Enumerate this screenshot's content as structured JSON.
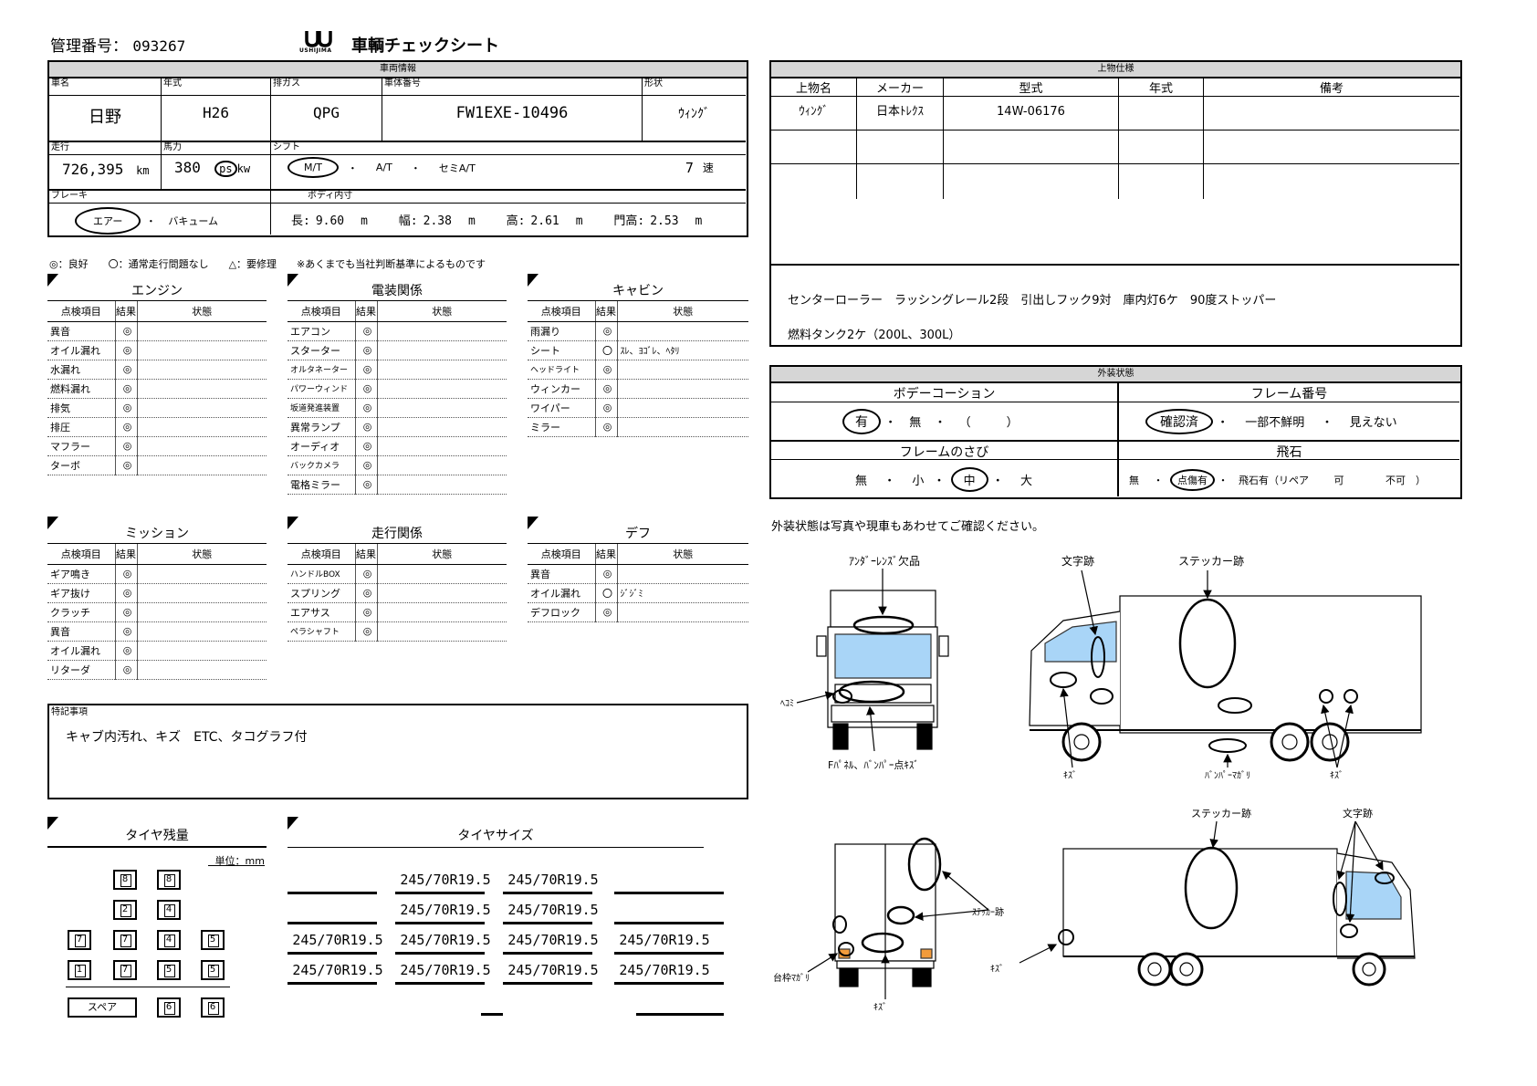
{
  "header": {
    "mgmt_label": "管理番号：",
    "mgmt_no": "093267",
    "logo_text": "USHIJIMA",
    "title": "車輌チェックシート"
  },
  "vehicle": {
    "section_title": "車両情報",
    "labels": {
      "maker": "車名",
      "year": "年式",
      "gas": "排ガス",
      "body_no": "車体番号",
      "shape": "形状",
      "mileage": "走行",
      "hp": "馬力",
      "shift": "シフト",
      "brake": "ブレーキ",
      "body_inner": "ボディ内寸"
    },
    "maker": "日野",
    "year": "H26",
    "gas": "QPG",
    "body_no": "FW1EXE-10496",
    "shape": "ｳｨﾝｸﾞ",
    "mileage": "726,395",
    "mileage_unit": "km",
    "hp": "380",
    "hp_unit1": "ps",
    "hp_unit2": "kw",
    "shift_mt": "M/T",
    "shift_at": "A/T",
    "shift_semi": "セミA/T",
    "speeds": "7",
    "speed_unit": "速",
    "brake_air": "エアー",
    "brake_vac": "バキューム",
    "dim_l_label": "長:",
    "dim_l": "9.60",
    "dim_w_label": "幅:",
    "dim_w": "2.38",
    "dim_h_label": "高:",
    "dim_h": "2.61",
    "dim_door_label": "門高:",
    "dim_door": "2.53",
    "dim_unit": "m",
    "dot": "・"
  },
  "upper": {
    "section_title": "上物仕様",
    "headers": [
      "上物名",
      "メーカー",
      "型式",
      "年式",
      "備考"
    ],
    "rows": [
      [
        "ｳｨﾝｸﾞ",
        "日本ﾄﾚｸｽ",
        "14W-06176",
        "",
        ""
      ],
      [
        "",
        "",
        "",
        "",
        ""
      ],
      [
        "",
        "",
        "",
        "",
        ""
      ]
    ],
    "note1": "センターローラー　ラッシングレール2段　引出しフック9対　庫内灯6ケ　90度ストッパー",
    "note2": "燃料タンク2ケ（200L、300L）"
  },
  "exterior": {
    "section_title": "外装状態",
    "body_coat_label": "ボデーコーション",
    "body_coat_yes": "有",
    "body_coat_no": "無",
    "body_coat_paren": "（　　　）",
    "frame_no_label": "フレーム番号",
    "frame_ok": "確認済",
    "frame_partial": "一部不鮮明",
    "frame_none": "見えない",
    "rust_label": "フレームのさび",
    "rust_none": "無",
    "rust_small": "小",
    "rust_mid": "中",
    "rust_big": "大",
    "stone_label": "飛石",
    "stone_none": "無",
    "stone_chip": "点傷有",
    "stone_repair": "飛石有（リペア",
    "stone_ok": "可",
    "stone_ng": "不可　）"
  },
  "legend": "◎：良好　　〇：通常走行問題なし　　△：要修理　　※あくまでも当社判断基準によるものです",
  "col_headers": {
    "item": "点検項目",
    "result": "結果",
    "state": "状態"
  },
  "engine": {
    "title": "エンジン",
    "rows": [
      [
        "異音",
        "◎",
        ""
      ],
      [
        "オイル漏れ",
        "◎",
        ""
      ],
      [
        "水漏れ",
        "◎",
        ""
      ],
      [
        "燃料漏れ",
        "◎",
        ""
      ],
      [
        "排気",
        "◎",
        ""
      ],
      [
        "排圧",
        "◎",
        ""
      ],
      [
        "マフラー",
        "◎",
        ""
      ],
      [
        "ターボ",
        "◎",
        ""
      ]
    ]
  },
  "electric": {
    "title": "電装関係",
    "rows": [
      [
        "エアコン",
        "◎",
        ""
      ],
      [
        "スターター",
        "◎",
        ""
      ],
      [
        "オルタネーター",
        "◎",
        ""
      ],
      [
        "パワーウィンド",
        "◎",
        ""
      ],
      [
        "坂道発進装置",
        "◎",
        ""
      ],
      [
        "異常ランプ",
        "◎",
        ""
      ],
      [
        "オーディオ",
        "◎",
        ""
      ],
      [
        "バックカメラ",
        "◎",
        ""
      ],
      [
        "電格ミラー",
        "◎",
        ""
      ]
    ]
  },
  "cabin": {
    "title": "キャビン",
    "rows": [
      [
        "雨漏り",
        "◎",
        ""
      ],
      [
        "シート",
        "〇",
        "ｽﾚ、ﾖｺﾞﾚ、ﾍﾀﾘ"
      ],
      [
        "ヘッドライト",
        "◎",
        ""
      ],
      [
        "ウィンカー",
        "◎",
        ""
      ],
      [
        "ワイパー",
        "◎",
        ""
      ],
      [
        "ミラー",
        "◎",
        ""
      ]
    ]
  },
  "mission": {
    "title": "ミッション",
    "rows": [
      [
        "ギア鳴き",
        "◎",
        ""
      ],
      [
        "ギア抜け",
        "◎",
        ""
      ],
      [
        "クラッチ",
        "◎",
        ""
      ],
      [
        "異音",
        "◎",
        ""
      ],
      [
        "オイル漏れ",
        "◎",
        ""
      ],
      [
        "リターダ",
        "◎",
        ""
      ]
    ]
  },
  "running": {
    "title": "走行関係",
    "rows": [
      [
        "ハンドルBOX",
        "◎",
        ""
      ],
      [
        "スプリング",
        "◎",
        ""
      ],
      [
        "エアサス",
        "◎",
        ""
      ],
      [
        "ペラシャフト",
        "◎",
        ""
      ]
    ]
  },
  "diff": {
    "title": "デフ",
    "rows": [
      [
        "異音",
        "◎",
        ""
      ],
      [
        "オイル漏れ",
        "〇",
        "ｼﾞｼﾞﾐ"
      ],
      [
        "デフロック",
        "◎",
        ""
      ]
    ]
  },
  "remarks": {
    "label": "特記事項",
    "text": "キャブ内汚れ、キズ　ETC、タコグラフ付"
  },
  "tire_remain": {
    "title": "タイヤ残量",
    "unit": "単位：mm",
    "r1": [
      "8",
      "8"
    ],
    "r2": [
      "2",
      "4"
    ],
    "r3": [
      "7",
      "7",
      "4",
      "5"
    ],
    "r4": [
      "1",
      "7",
      "5",
      "5"
    ],
    "spare_label": "スペア",
    "spare": [
      "6",
      "6"
    ]
  },
  "tire_size": {
    "title": "タイヤサイズ",
    "size": "245/70R19.5"
  },
  "diagram": {
    "note": "外装状態は写真や現車もあわせてご確認ください。",
    "front_lens": "ｱﾝﾀﾞｰﾚﾝｽﾞ欠品",
    "front_dent": "ﾍｺﾐ",
    "front_panel": "Fﾊﾟﾈﾙ、ﾊﾞﾝﾊﾟｰ点ｷｽﾞ",
    "side_char": "文字跡",
    "side_sticker": "ステッカー跡",
    "side_kizu1": "ｷｽﾞ",
    "side_bumper": "ﾊﾞﾝﾊﾟｰﾏｶﾞﾘ",
    "side_kizu2": "ｷｽﾞ",
    "rear_sticker": "ｽﾃｯｶｰ跡",
    "rear_frame": "台枠ﾏｶﾞﾘ",
    "rear_kizu": "ｷｽﾞ",
    "side2_sticker": "ステッカー跡",
    "side2_char": "文字跡",
    "side2_kizu": "ｷｽﾞ"
  }
}
